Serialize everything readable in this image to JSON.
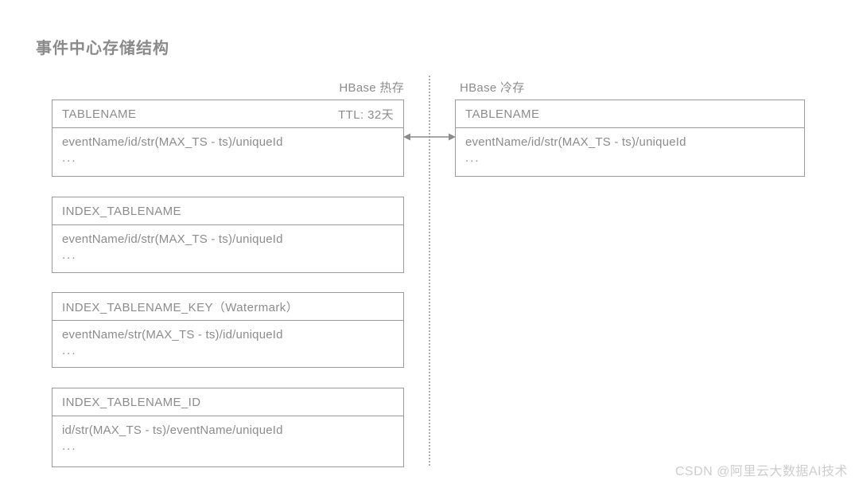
{
  "diagram": {
    "title": "事件中心存储结构",
    "zones": {
      "hot_label": "HBase 热存",
      "cold_label": "HBase 冷存"
    },
    "hot_tables": [
      {
        "name": "TABLENAME",
        "ttl": "TTL: 32天",
        "rowkey": "eventName/id/str(MAX_TS - ts)/uniqueId",
        "more": "..."
      },
      {
        "name": "INDEX_TABLENAME",
        "rowkey": "eventName/id/str(MAX_TS - ts)/uniqueId",
        "more": "..."
      },
      {
        "name": "INDEX_TABLENAME_KEY（Watermark）",
        "rowkey": "eventName/str(MAX_TS - ts)/id/uniqueId",
        "more": "..."
      },
      {
        "name": "INDEX_TABLENAME_ID",
        "rowkey": "id/str(MAX_TS - ts)/eventName/uniqueId",
        "more": "..."
      }
    ],
    "cold_tables": [
      {
        "name": "TABLENAME",
        "rowkey": "eventName/id/str(MAX_TS - ts)/uniqueId",
        "more": "..."
      }
    ],
    "watermark": "CSDN @阿里云大数据AI技术",
    "colors": {
      "text_gray": "#8c8c8c",
      "border_gray": "#9b9b9b",
      "divider_gray": "#adadad",
      "watermark_gray": "#cdcdcd",
      "background": "#ffffff"
    }
  }
}
